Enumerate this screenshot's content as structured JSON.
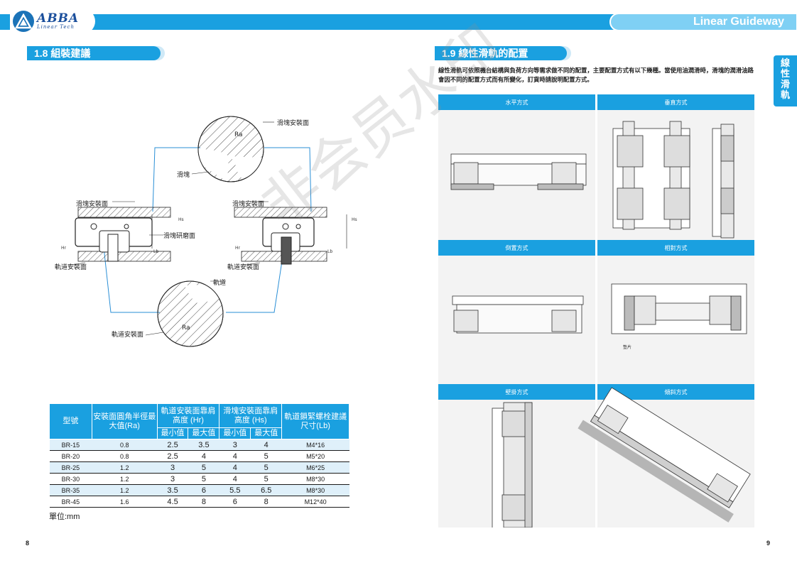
{
  "brand": {
    "name": "ABBA",
    "tagline": "Linear Tech"
  },
  "header": {
    "title": "Linear Guideway"
  },
  "side_tab": {
    "label": "線性滑軌"
  },
  "left": {
    "section_title": "1.8 組裝建議",
    "diagram": {
      "labels": {
        "block_mount_surface": "滑塊安裝面",
        "block": "滑塊",
        "ra": "Ra",
        "block_mount_surface_left": "滑塊安裝面",
        "block_mount_surface_right": "滑塊安裝面",
        "block_ground_surface": "滑塊研磨面",
        "rail_mount_surface_left": "軌道安裝面",
        "rail_mount_surface_right": "軌道安裝面",
        "rail": "軌道",
        "rail_mount_surface_bottom": "軌道安裝面",
        "ra_bottom": "Ra",
        "hs": "Hs",
        "hr": "Hr",
        "lb": "Lb"
      }
    },
    "table": {
      "headers": {
        "model": "型號",
        "ra": "安裝面圓角半徑最大值(Ra)",
        "hr": "軌道安裝面靠肩高度 (Hr)",
        "hs": "滑塊安裝面靠肩高度 (Hs)",
        "lb": "軌道鎖緊螺栓建議尺寸(Lb)",
        "min": "最小值",
        "max": "最大值"
      },
      "rows": [
        {
          "model": "BR-15",
          "ra": "0.8",
          "hr_min": "2.5",
          "hr_max": "3.5",
          "hs_min": "3",
          "hs_max": "4",
          "lb": "M4*16"
        },
        {
          "model": "BR-20",
          "ra": "0.8",
          "hr_min": "2.5",
          "hr_max": "4",
          "hs_min": "4",
          "hs_max": "5",
          "lb": "M5*20"
        },
        {
          "model": "BR-25",
          "ra": "1.2",
          "hr_min": "3",
          "hr_max": "5",
          "hs_min": "4",
          "hs_max": "5",
          "lb": "M6*25"
        },
        {
          "model": "BR-30",
          "ra": "1.2",
          "hr_min": "3",
          "hr_max": "5",
          "hs_min": "4",
          "hs_max": "5",
          "lb": "M8*30"
        },
        {
          "model": "BR-35",
          "ra": "1.2",
          "hr_min": "3.5",
          "hr_max": "6",
          "hs_min": "5.5",
          "hs_max": "6.5",
          "lb": "M8*30"
        },
        {
          "model": "BR-45",
          "ra": "1.6",
          "hr_min": "4.5",
          "hr_max": "8",
          "hs_min": "6",
          "hs_max": "8",
          "lb": "M12*40"
        }
      ],
      "unit": "單位:mm"
    },
    "page_number": "8"
  },
  "right": {
    "section_title": "1.9 線性滑軌的配置",
    "intro": "線性滑軌可依照機台結構與負荷方向等需求做不同的配置，主要配置方式有以下幾種。當使用油潤滑時，滑塊的潤滑油路會因不同的配置方式而有所變化，訂貨時請說明配置方式。",
    "panels": {
      "horizontal": "水平方式",
      "vertical": "垂直方式",
      "inverted": "倒置方式",
      "opposed": "相對方式",
      "wall": "壁掛方式",
      "inclined": "傾斜方式"
    },
    "spacer_label": "墊片",
    "page_number": "9"
  },
  "watermark": "非会员水印"
}
